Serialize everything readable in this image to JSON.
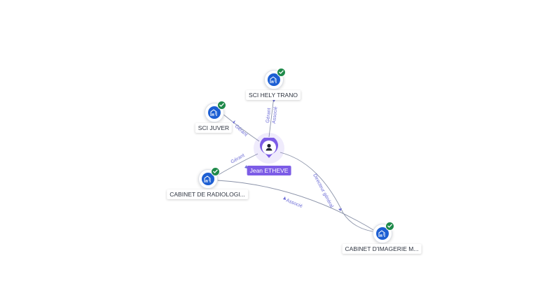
{
  "person": {
    "name": "Jean ETHEVE",
    "icon": "user-icon",
    "color": "#7c5ce6"
  },
  "companies": [
    {
      "id": "sci-hely-trano",
      "name": "SCI HELY TRANO",
      "icon": "building-icon",
      "verified": true
    },
    {
      "id": "sci-juver",
      "name": "SCI JUVER",
      "icon": "building-icon",
      "verified": true
    },
    {
      "id": "cabinet-radiologie",
      "name": "CABINET DE RADIOLOGI...",
      "icon": "building-icon",
      "verified": true
    },
    {
      "id": "cabinet-imagerie",
      "name": "CABINET D'IMAGERIE M...",
      "icon": "building-icon",
      "verified": true
    }
  ],
  "edges": [
    {
      "from": "person",
      "to": "sci-hely-trano",
      "labels": [
        "Gérant",
        "Associé"
      ]
    },
    {
      "from": "person",
      "to": "sci-juver",
      "labels": [
        "Gérant"
      ]
    },
    {
      "from": "person",
      "to": "cabinet-radiologie",
      "labels": [
        "Gérant"
      ]
    },
    {
      "from": "person",
      "to": "cabinet-imagerie",
      "labels": [
        "Directeur général"
      ]
    },
    {
      "from": "cabinet-radiologie",
      "to": "cabinet-imagerie",
      "labels": [
        "Associé"
      ]
    }
  ],
  "colors": {
    "company": "#1d5fd3",
    "verified": "#1f8a4a",
    "edge": "#8a92a8",
    "edge_label": "#6c6cd6"
  }
}
